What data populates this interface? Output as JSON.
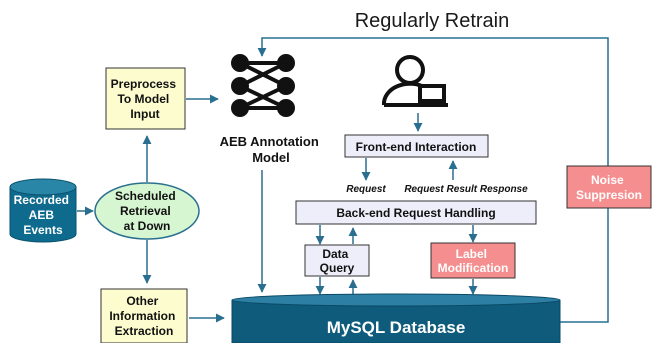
{
  "title": "Regularly Retrain",
  "nodes": {
    "recorded_events": [
      "Recorded",
      "AEB",
      "Events"
    ],
    "scheduled_retrieval": [
      "Scheduled",
      "Retrieval",
      "at Down"
    ],
    "preprocess": [
      "Preprocess",
      "To Model",
      "Input"
    ],
    "other_info": [
      "Other",
      "Information",
      "Extraction"
    ],
    "model_label": [
      "AEB Annotation",
      "Model"
    ],
    "frontend": "Front-end Interaction",
    "backend": "Back-end Request Handling",
    "data_query": [
      "Data",
      "Query"
    ],
    "label_mod": [
      "Label",
      "Modification"
    ],
    "noise": [
      "Noise",
      "Suppresion"
    ],
    "database": "MySQL Database"
  },
  "edge_labels": {
    "request": "Request",
    "response": "Request Result Response"
  },
  "colors": {
    "yellow_box": "#fdfccf",
    "cylinder": "#0f6b8d",
    "cylinder_top": "#2a86a6",
    "oval": "#d6f5d1",
    "lavender": "#eeeefa",
    "pink": "#f58e8e",
    "database": "#0e5b7b",
    "database_top": "#2d7fa3",
    "arrow": "#2a6f8f"
  }
}
